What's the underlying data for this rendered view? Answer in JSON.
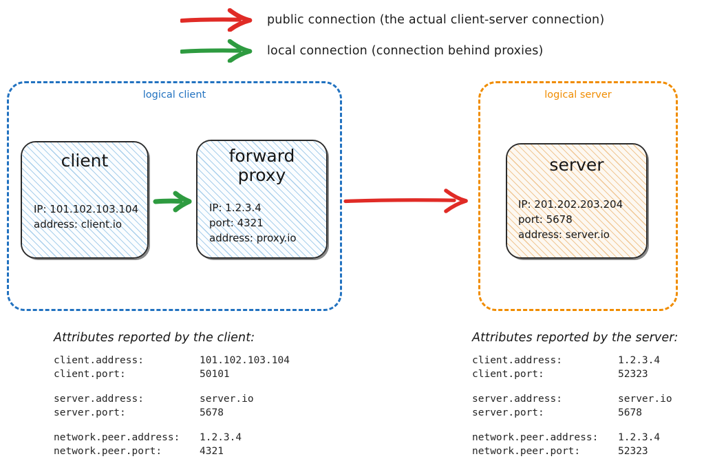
{
  "legend": {
    "items": [
      {
        "icon": "red-arrow-icon",
        "color": "#e02b26",
        "label": "public connection (the actual client-server connection)"
      },
      {
        "icon": "green-arrow-icon",
        "color": "#2e9b40",
        "label": "local connection (connection behind proxies)"
      }
    ]
  },
  "colors": {
    "public_arrow": "#e02b26",
    "local_arrow": "#2e9b40",
    "logical_client_border": "#2272c0",
    "logical_server_border": "#f08c00",
    "node_border": "#2b2b2b",
    "client_hatch": "#a9cfeb",
    "server_hatch": "#f0c795"
  },
  "diagram": {
    "logical_client": {
      "title": "logical client",
      "nodes": [
        {
          "name": "client",
          "title": "client",
          "props": [
            "IP: 101.102.103.104",
            "address: client.io"
          ]
        },
        {
          "name": "forward-proxy",
          "title": "forward\nproxy",
          "props": [
            "IP: 1.2.3.4",
            "port: 4321",
            "address: proxy.io"
          ]
        }
      ]
    },
    "logical_server": {
      "title": "logical server",
      "nodes": [
        {
          "name": "server",
          "title": "server",
          "props": [
            "IP: 201.202.203.204",
            "port: 5678",
            "address: server.io"
          ]
        }
      ]
    },
    "connections": [
      {
        "name": "client-to-proxy",
        "type": "local"
      },
      {
        "name": "proxy-to-server",
        "type": "public"
      }
    ]
  },
  "attributes_client": {
    "heading": "Attributes reported by the client:",
    "groups": [
      [
        {
          "key": "client.address:",
          "value": "101.102.103.104"
        },
        {
          "key": "client.port:",
          "value": "50101"
        }
      ],
      [
        {
          "key": "server.address:",
          "value": "server.io"
        },
        {
          "key": "server.port:",
          "value": "5678"
        }
      ],
      [
        {
          "key": "network.peer.address:",
          "value": "1.2.3.4"
        },
        {
          "key": "network.peer.port:",
          "value": "4321"
        }
      ]
    ]
  },
  "attributes_server": {
    "heading": "Attributes reported by the server:",
    "groups": [
      [
        {
          "key": "client.address:",
          "value": "1.2.3.4"
        },
        {
          "key": "client.port:",
          "value": "52323"
        }
      ],
      [
        {
          "key": "server.address:",
          "value": "server.io"
        },
        {
          "key": "server.port:",
          "value": "5678"
        }
      ],
      [
        {
          "key": "network.peer.address:",
          "value": "1.2.3.4"
        },
        {
          "key": "network.peer.port:",
          "value": "52323"
        }
      ]
    ]
  }
}
